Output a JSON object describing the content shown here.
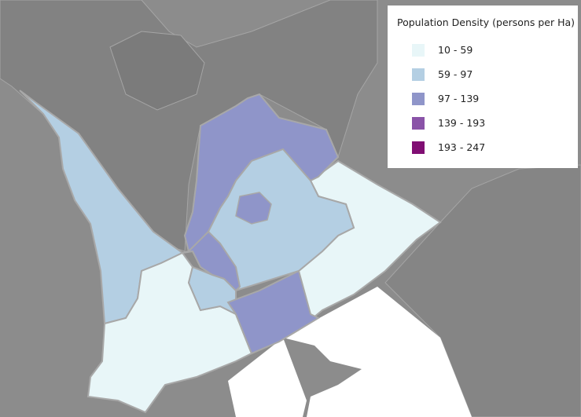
{
  "legend": {
    "title": "Population Density (persons per Ha)",
    "classes": [
      {
        "label": "10 - 59",
        "color": "#e8f6f8"
      },
      {
        "label": "59 - 97",
        "color": "#b4cfe3"
      },
      {
        "label": "97 - 139",
        "color": "#8f95c9"
      },
      {
        "label": "139 - 193",
        "color": "#8a53a8"
      },
      {
        "label": "193 - 247",
        "color": "#800e73"
      }
    ]
  },
  "colors": {
    "background_land": "#8c8c8c",
    "neighbour_dark": "#7f7f7f",
    "river": "#ffffff",
    "boundary": "#a8a8a8"
  }
}
